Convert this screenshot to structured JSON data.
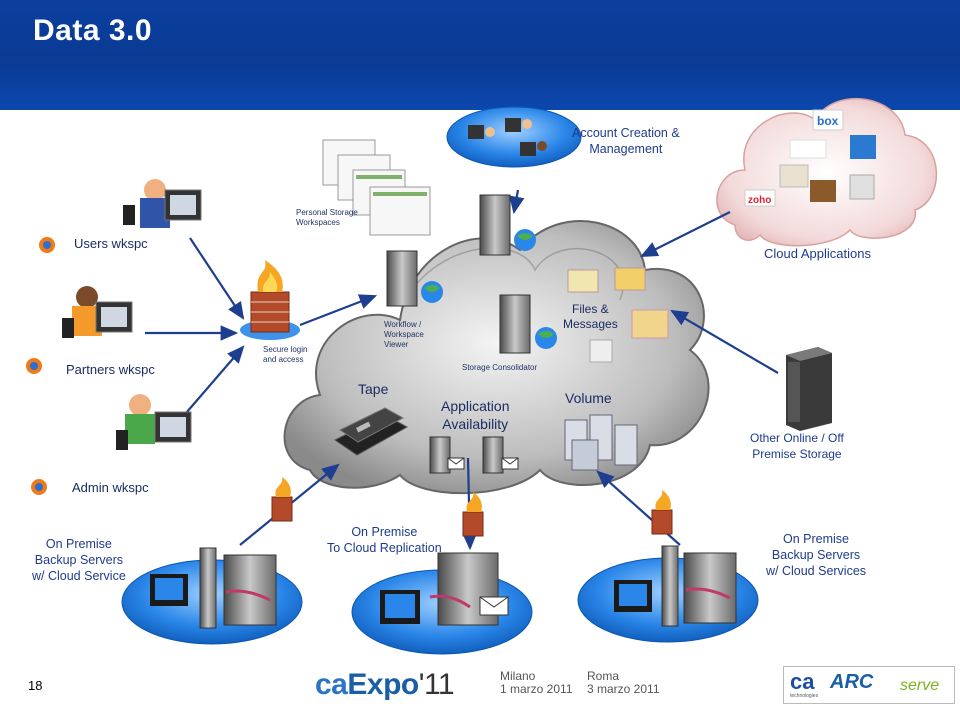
{
  "header": {
    "title": "Data 3.0"
  },
  "labels": {
    "account": "Account Creation &\nManagement",
    "cloud_apps": "Cloud Applications",
    "users": "Users wkspc",
    "partners": "Partners wkspc",
    "admin": "Admin wkspc",
    "personal_storage": "Personal Storage\nWorkspaces",
    "secure_login": "Secure login\nand access",
    "workflow": "Workflow /\nWorkspace\nViewer",
    "storage_consolidator": "Storage Consolidator",
    "files_messages": "Files &\nMessages",
    "tape": "Tape",
    "app_avail": "Application\nAvailability",
    "volume": "Volume",
    "other_storage": "Other Online / Off\nPremise Storage",
    "backup_left": "On Premise\nBackup Servers\nw/ Cloud Service",
    "replication": "On Premise\nTo Cloud Replication",
    "backup_right": "On Premise\nBackup Servers\nw/ Cloud Services"
  },
  "cloud_app_logos": [
    "box",
    "zoho"
  ],
  "footer": {
    "page_number": "18",
    "event_ca": "ca",
    "event_name": "Expo",
    "event_year": "'11",
    "city1_name": "Milano",
    "city1_date": "1 marzo 2011",
    "city2_name": "Roma",
    "city2_date": "3 marzo 2011",
    "logo_ca": "ca",
    "logo_ca_sub": "technologies",
    "logo_arc": "ARC",
    "logo_serve": "serve"
  },
  "colors": {
    "header": "#0b3f9f",
    "label": "#1f3b8c",
    "arrow": "#1e3f8f",
    "cloud": "#c8c8c8",
    "ellipse": "#1f73d6"
  }
}
